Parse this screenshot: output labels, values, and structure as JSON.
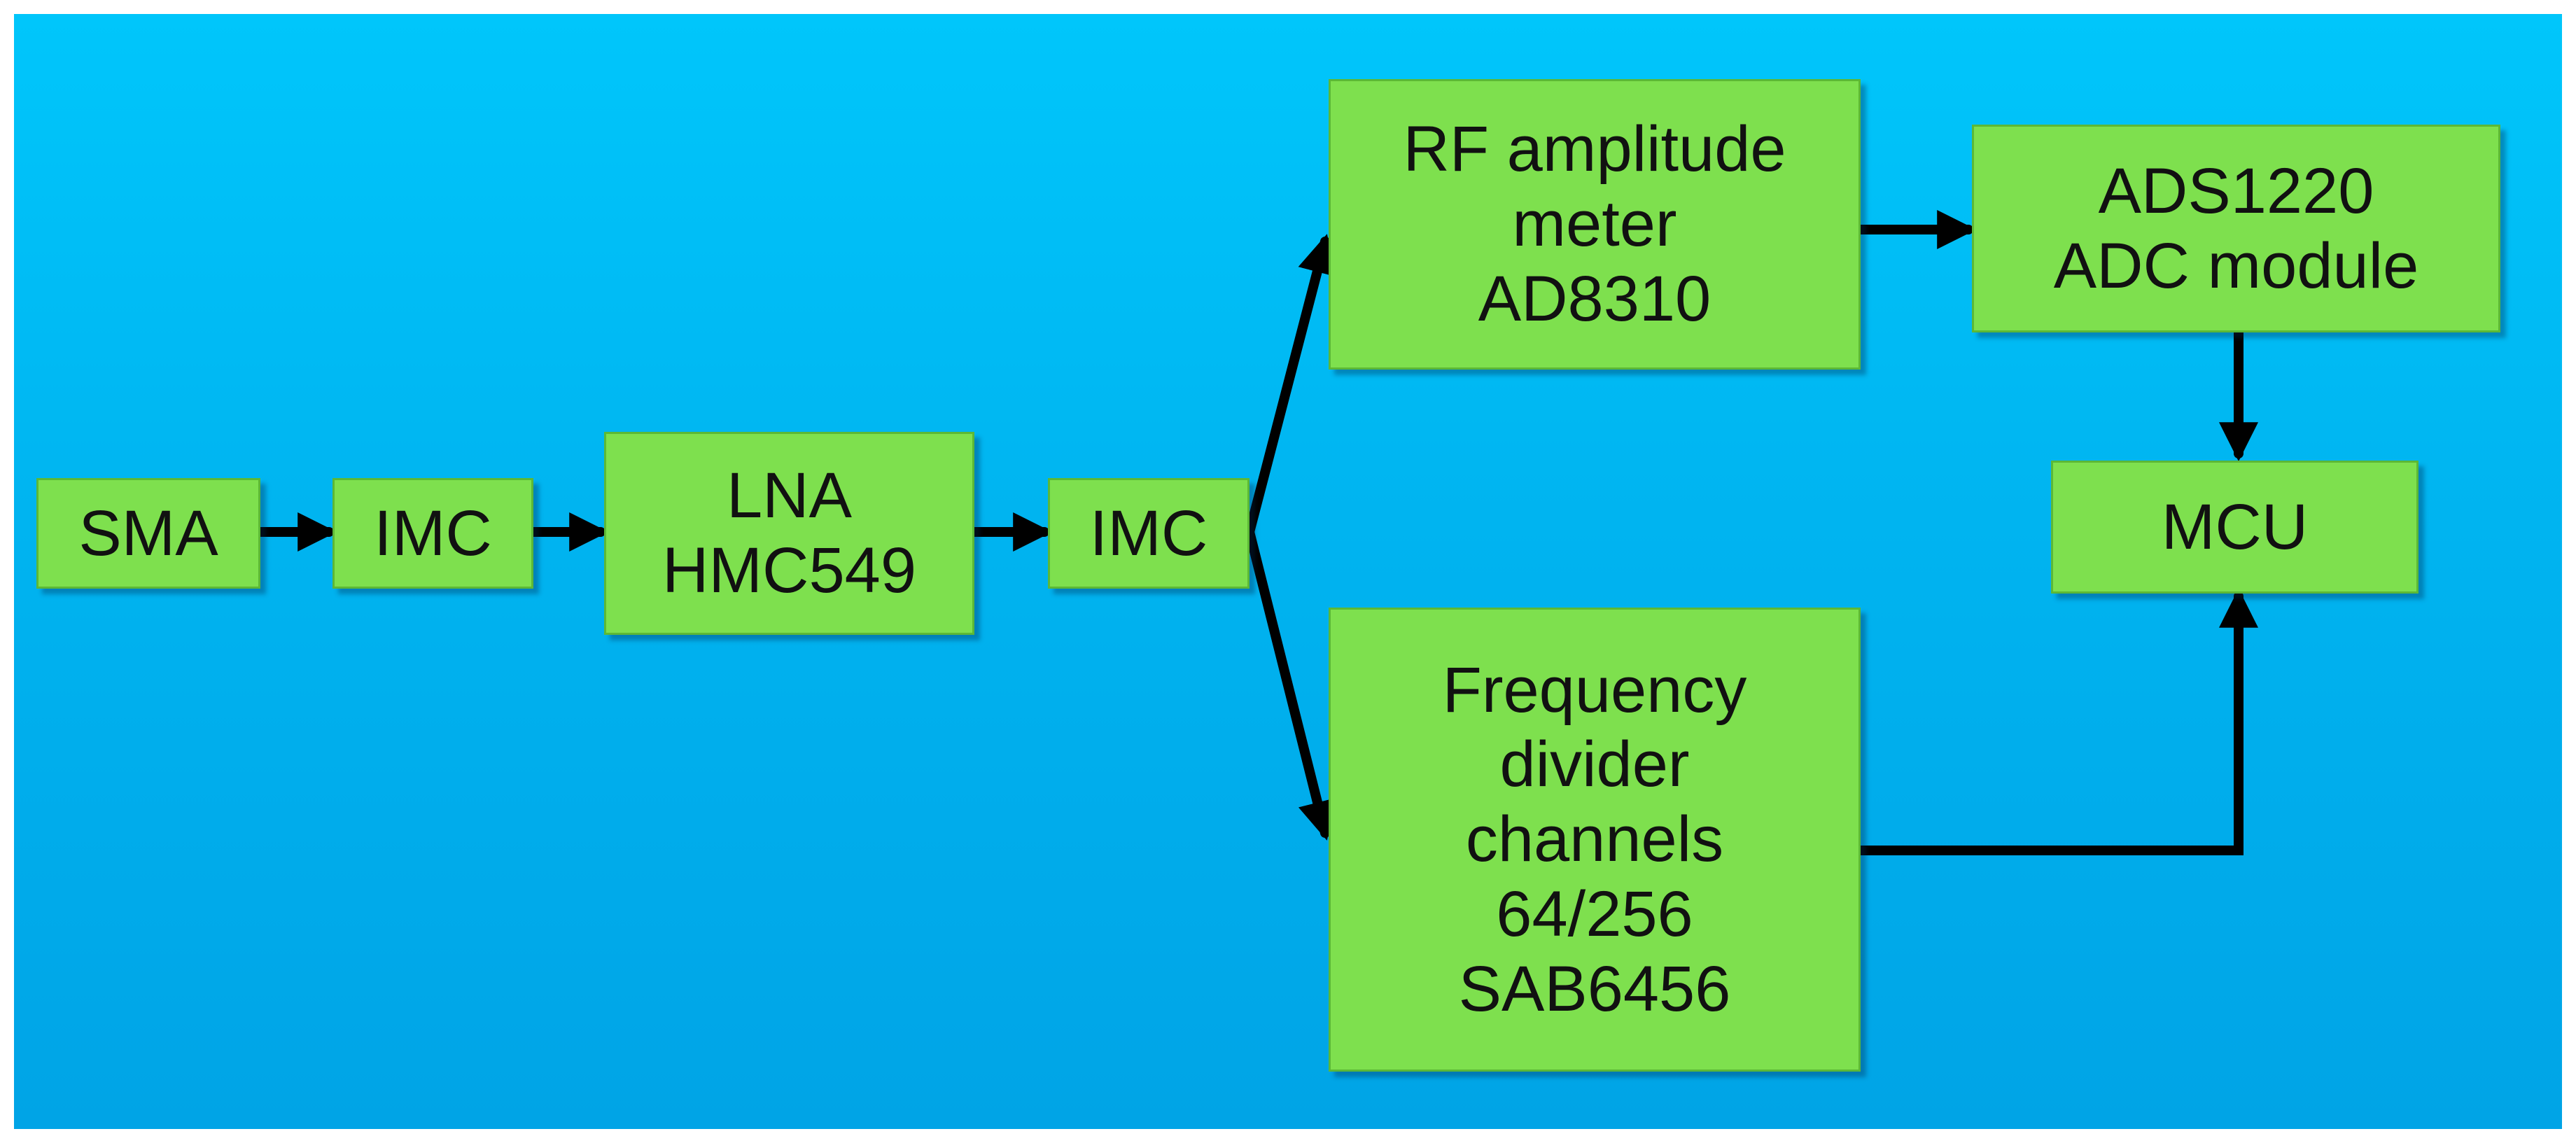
{
  "blocks": {
    "sma": "SMA",
    "imc1": "IMC",
    "lna": "LNA\nHMC549",
    "imc2": "IMC",
    "rf_meter": "RF amplitude\nmeter\nAD8310",
    "adc": "ADS1220\nADC module",
    "mcu": "MCU",
    "divider": "Frequency\ndivider\nchannels\n64/256\nSAB6456"
  },
  "colors": {
    "background_top": "#00c6fb",
    "background_bottom": "#00a4e6",
    "block_fill": "#7ee04e",
    "arrow": "#000000"
  }
}
